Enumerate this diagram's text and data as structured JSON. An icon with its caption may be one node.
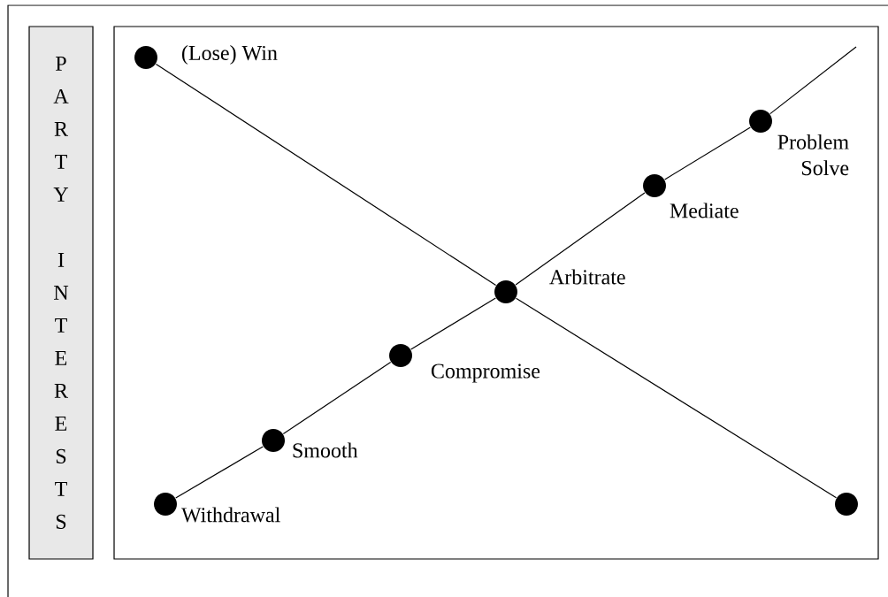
{
  "diagram": {
    "nodes": [
      {
        "text": [
          "PARTY INTERESTS"
        ]
      },
      {
        "text": [],
        "shape": "box"
      },
      {
        "text": [],
        "shape": "circle",
        "in": 1,
        "beside": [
          "(Lose) Win"
        ]
      },
      {
        "text": [],
        "shape": "circle",
        "in": 1,
        "beside": [
          "Problem Solve"
        ]
      },
      {
        "text": [],
        "shape": "circle",
        "in": 1,
        "beside": [
          "Mediate"
        ]
      },
      {
        "text": [],
        "shape": "circle",
        "in": 1,
        "beside": [
          "Arbitrate"
        ]
      },
      {
        "text": [],
        "shape": "circle",
        "in": 1,
        "beside": [
          "Compromise"
        ]
      },
      {
        "text": [],
        "shape": "circle",
        "in": 1,
        "beside": [
          "Smooth"
        ]
      },
      {
        "text": [],
        "shape": "circle",
        "in": 1,
        "beside": [
          "Withdrawal"
        ]
      },
      {
        "text": [],
        "shape": "circle",
        "in": 1
      }
    ],
    "edges": [
      {
        "from": 2,
        "to": 5,
        "arrow": "none"
      },
      {
        "from": 5,
        "to": 9,
        "arrow": "none"
      },
      {
        "from": 8,
        "to": 7,
        "arrow": "none"
      },
      {
        "from": 7,
        "to": 6,
        "arrow": "none"
      },
      {
        "from": 6,
        "to": 5,
        "arrow": "none"
      },
      {
        "from": 5,
        "to": 4,
        "arrow": "none"
      },
      {
        "from": 4,
        "to": 3,
        "arrow": "none"
      },
      {
        "from": 3,
        "to": null,
        "arrow": "none"
      }
    ]
  }
}
